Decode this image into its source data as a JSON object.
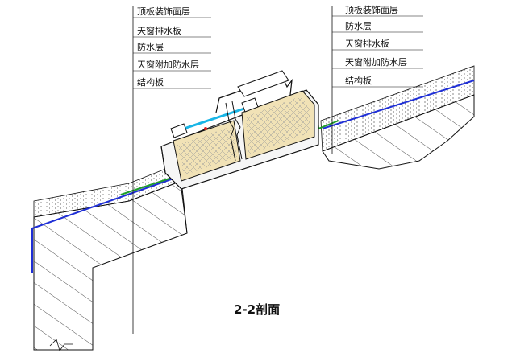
{
  "labels_left": [
    "顶板装饰面层",
    "天窗排水板",
    "防水层",
    "天窗附加防水层",
    "结构板"
  ],
  "labels_right": [
    "顶板装饰面层",
    "防水层",
    "天窗排水板",
    "天窗附加防水层",
    "结构板"
  ],
  "section_title": "2-2剖面",
  "colors": {
    "waterproof_line": "#1f2fd6",
    "additional_waterproof": "#1e9e2a",
    "drain_board": "#19b5e6",
    "insulation_fill": "#f1e2b6",
    "line": "#111111"
  }
}
